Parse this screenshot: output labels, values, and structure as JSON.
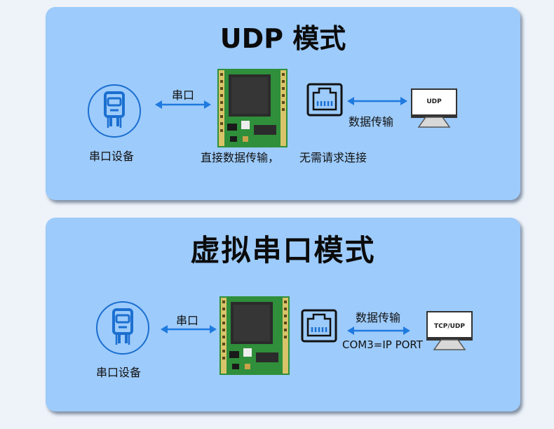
{
  "udp_mode": {
    "title": "UDP 模式",
    "serial_device_label": "串口设备",
    "serial_arrow_label": "串口",
    "net_arrow_label": "数据传输",
    "description_left": "直接数据传输，",
    "description_right": "无需请求连接",
    "monitor_text": "UDP"
  },
  "virtual_serial_mode": {
    "title": "虚拟串口模式",
    "serial_device_label": "串口设备",
    "serial_arrow_label": "串口",
    "net_arrow_label": "数据传输",
    "port_mapping": "COM3=IP PORT",
    "monitor_text": "TCP/UDP"
  },
  "colors": {
    "panel_bg": "#9dcbfb",
    "icon_blue": "#1b6fd0",
    "arrow_blue": "#1f7ae0",
    "board_green": "#2f8f3a",
    "chip_dark": "#2b2b2b"
  }
}
